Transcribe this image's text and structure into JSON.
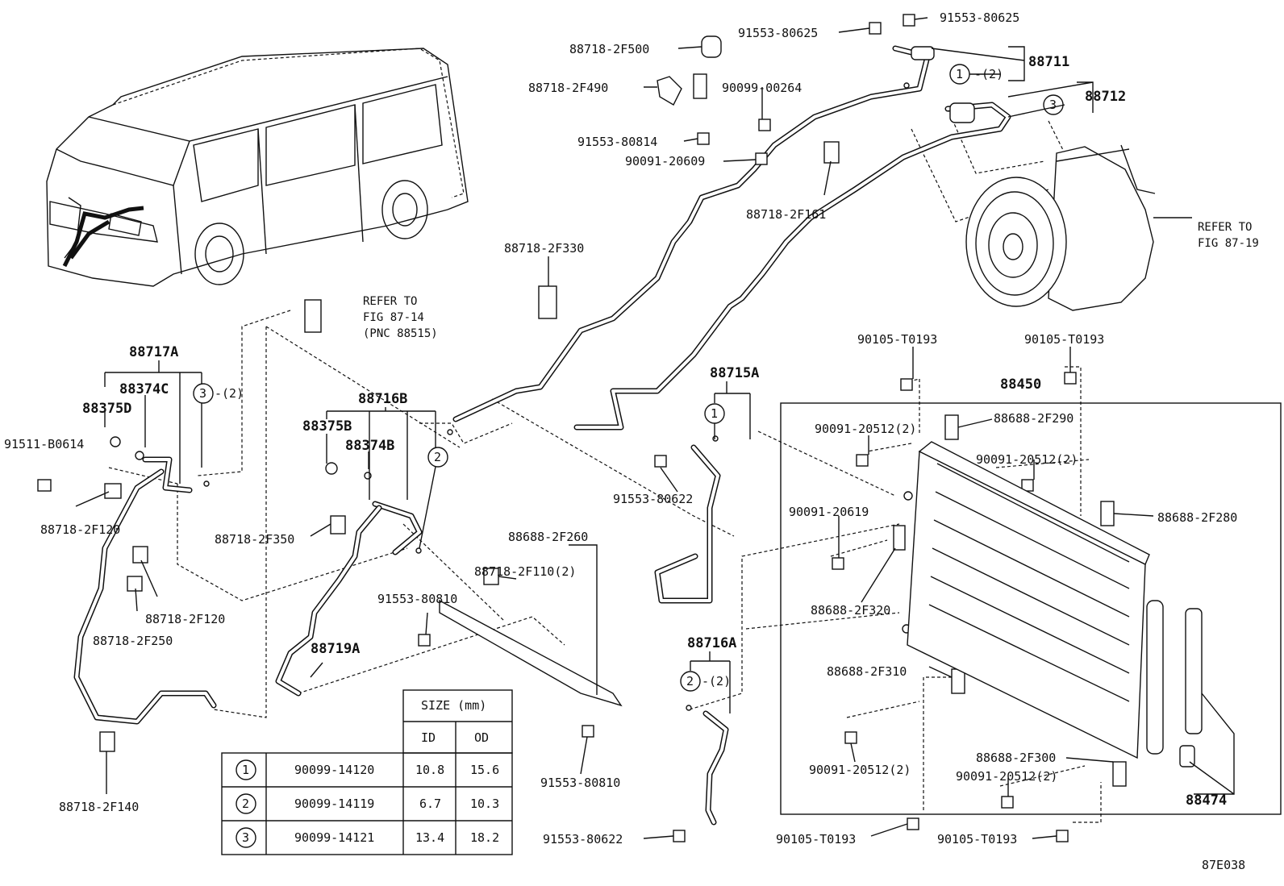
{
  "diagram_code": "87E038",
  "refers": {
    "fig_87_14": {
      "line1": "REFER TO",
      "line2": "FIG 87-14",
      "line3": "(PNC 88515)"
    },
    "fig_87_19": {
      "line1": "REFER TO",
      "line2": "FIG 87-19"
    }
  },
  "labels": {
    "p88717A": "88717A",
    "p88374C": "88374C",
    "p88375D": "88375D",
    "p91511_B0614": "91511-B0614",
    "p3_x2_left": "-(2)",
    "p88718_2F120_a": "88718-2F120",
    "p88718_2F120_b": "88718-2F120",
    "p88718_2F250": "88718-2F250",
    "p88718_2F140": "88718-2F140",
    "p88716B": "88716B",
    "p88375B": "88375B",
    "p88374B": "88374B",
    "p88718_2F350": "88718-2F350",
    "p88719A": "88719A",
    "p88718_2F330": "88718-2F330",
    "p88688_2F260": "88688-2F260",
    "p88718_2F110": "88718-2F110(2)",
    "p91553_80810_a": "91553-80810",
    "p91553_80810_b": "91553-80810",
    "p88715A": "88715A",
    "p91553_80622_a": "91553-80622",
    "p91553_80622_b": "91553-80622",
    "p88716A": "88716A",
    "p2_x2_mid": "-(2)",
    "p88718_2F500": "88718-2F500",
    "p88718_2F490": "88718-2F490",
    "p90099_00264": "90099-00264",
    "p91553_80814": "91553-80814",
    "p90091_20609": "90091-20609",
    "p88718_2F161": "88718-2F161",
    "p91553_80625_a": "91553-80625",
    "p91553_80625_b": "91553-80625",
    "p88711": "88711",
    "p1_x2_top": "-(2)",
    "p88712": "88712",
    "p90105_T0193_a": "90105-T0193",
    "p90105_T0193_b": "90105-T0193",
    "p90105_T0193_c": "90105-T0193",
    "p90105_T0193_d": "90105-T0193",
    "p88450": "88450",
    "p88688_2F290": "88688-2F290",
    "p90091_20512_a": "90091-20512(2)",
    "p90091_20512_b": "90091-20512(2)",
    "p90091_20619": "90091-20619",
    "p88688_2F280": "88688-2F280",
    "p88688_2F320": "88688-2F320",
    "p88688_2F310": "88688-2F310",
    "p90091_20512_c": "90091-20512(2)",
    "p88688_2F300": "88688-2F300",
    "p90091_20512_d": "90091-20512(2)",
    "p88474": "88474"
  },
  "circles": {
    "one": "1",
    "two": "2",
    "three": "3"
  },
  "size_table": {
    "header": "SIZE (mm)",
    "col_id": "ID",
    "col_od": "OD",
    "rows": [
      {
        "mark": "1",
        "part": "90099-14120",
        "id": "10.8",
        "od": "15.6"
      },
      {
        "mark": "2",
        "part": "90099-14119",
        "id": "6.7",
        "od": "10.3"
      },
      {
        "mark": "3",
        "part": "90099-14121",
        "id": "13.4",
        "od": "18.2"
      }
    ]
  }
}
